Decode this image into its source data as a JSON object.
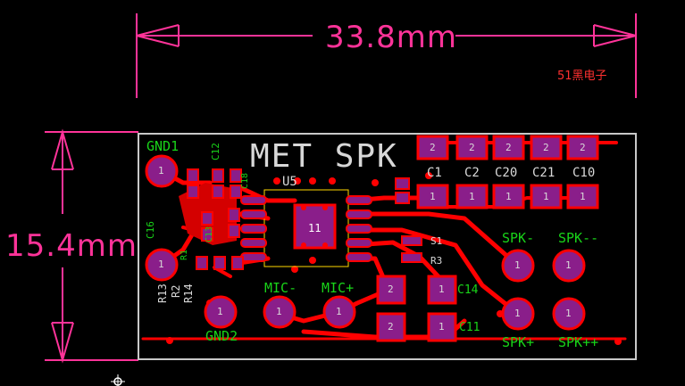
{
  "dimensions": {
    "width_label": "33.8mm",
    "height_label": "15.4mm",
    "color": "#ff3399"
  },
  "note": "51黑电子",
  "board": {
    "title": "MET SPK",
    "ic": {
      "designator": "U5",
      "pin_label": "11"
    }
  },
  "pads": {
    "gnd1": "GND1",
    "gnd2": "GND2",
    "mic_minus": "MIC-",
    "mic_plus": "MIC+",
    "spk_minus": "SPK-",
    "spk_minus_minus": "SPK--",
    "spk_plus": "SPK+",
    "spk_plus_plus": "SPK++",
    "pad_number_1": "1",
    "pad_number_2": "2"
  },
  "components": {
    "c1": "C1",
    "c2": "C2",
    "c20": "C20",
    "c21": "C21",
    "c10": "C10",
    "c11": "C11",
    "c14": "C14",
    "c12": "C12",
    "c13": "C13",
    "c16": "C16",
    "c18": "C18",
    "r1": "R1",
    "r2": "R2",
    "r13": "R13",
    "r14": "R14",
    "s1": "S1",
    "r3": "R3"
  },
  "colors": {
    "background": "#000000",
    "copper": "#ff0000",
    "pad_fill": "#8a1e8a",
    "silkscreen": "#19d419",
    "outline": "#c8c8c8",
    "dimension": "#ff3399"
  }
}
